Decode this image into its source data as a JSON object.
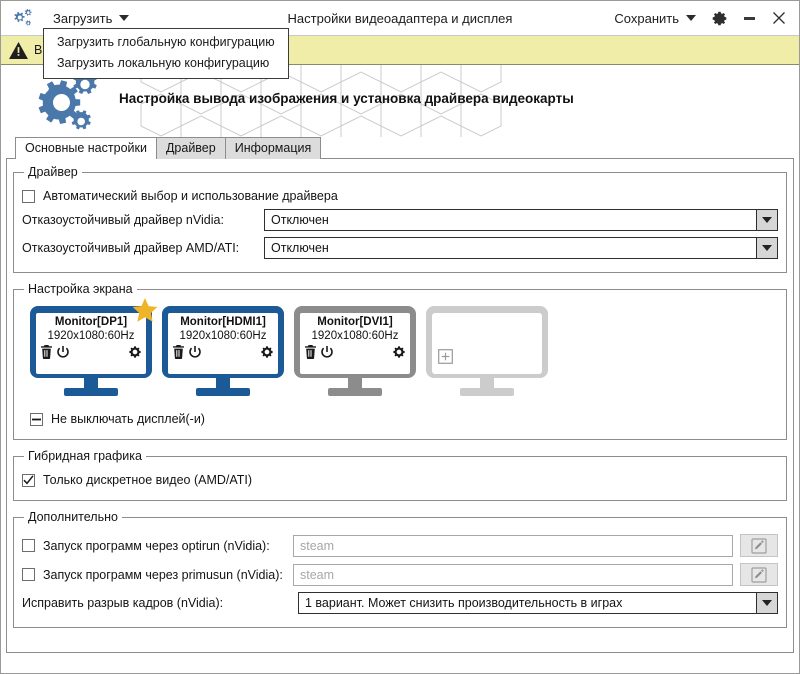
{
  "window": {
    "title": "Настройки видеоадаптера и дисплея",
    "app_icon": "gears-icon",
    "load_menu_label": "Загрузить",
    "save_menu_label": "Сохранить",
    "settings_icon": "gear-icon",
    "minimize_icon": "minimize-icon",
    "close_icon": "close-icon",
    "accent_blue": "#1b5a96",
    "banner_bg": "#f0eda8",
    "star_color": "#f0b429"
  },
  "dropdown": {
    "open": true,
    "items": [
      {
        "label": "Загрузить глобальную конфигурацию"
      },
      {
        "label": "Загрузить локальную конфигурацию"
      }
    ]
  },
  "banner": {
    "icon": "warning-triangle-icon",
    "text": "В"
  },
  "hero": {
    "icon": "gears-icon",
    "title": "Настройка вывода изображения и установка драйвера видеокарты"
  },
  "tabs": [
    {
      "label": "Основные настройки",
      "active": true
    },
    {
      "label": "Драйвер",
      "active": false
    },
    {
      "label": "Информация",
      "active": false
    }
  ],
  "driver_group": {
    "legend": "Драйвер",
    "auto_checkbox": {
      "label": "Автоматический выбор и использование драйвера",
      "state": "unchecked"
    },
    "nvidia": {
      "label": "Отказоустойчивый драйвер nVidia:",
      "value": "Отключен"
    },
    "amd": {
      "label": "Отказоустойчивый драйвер AMD/ATI:",
      "value": "Отключен"
    }
  },
  "screen_group": {
    "legend": "Настройка экрана",
    "monitors": [
      {
        "name": "Monitor[DP1]",
        "resolution": "1920x1080:60Hz",
        "color": "#1b5a96",
        "primary": true,
        "enabled": true,
        "delete_icon": "trash-icon",
        "power_icon": "power-icon",
        "settings_icon": "gear-icon"
      },
      {
        "name": "Monitor[HDMI1]",
        "resolution": "1920x1080:60Hz",
        "color": "#1b5a96",
        "primary": false,
        "enabled": true,
        "delete_icon": "trash-icon",
        "power_icon": "power-icon",
        "settings_icon": "gear-icon"
      },
      {
        "name": "Monitor[DVI1]",
        "resolution": "1920x1080:60Hz",
        "color": "#8c8c8c",
        "primary": false,
        "enabled": false,
        "delete_icon": "trash-icon",
        "power_icon": "power-icon",
        "settings_icon": "gear-icon"
      }
    ],
    "add_slot": {
      "color": "#cccccc",
      "icon": "plus-box-icon"
    },
    "keep_on_checkbox": {
      "label": "Не выключать дисплей(-и)",
      "state": "indeterminate"
    }
  },
  "hybrid_group": {
    "legend": "Гибридная графика",
    "discrete_checkbox": {
      "label": "Только дискретное видео (AMD/ATI)",
      "state": "checked"
    }
  },
  "advanced_group": {
    "legend": "Дополнительно",
    "optirun": {
      "label": "Запуск программ через optirun (nVidia):",
      "state": "unchecked",
      "placeholder": "steam",
      "value": "",
      "edit_icon": "pencil-edit-icon"
    },
    "primusrun": {
      "label": "Запуск программ через primusun (nVidia):",
      "state": "unchecked",
      "placeholder": "steam",
      "value": "",
      "edit_icon": "pencil-edit-icon"
    },
    "tearing": {
      "label": "Исправить разрыв кадров (nVidia):",
      "value": "1 вариант. Может снизить производительность в играх"
    }
  }
}
